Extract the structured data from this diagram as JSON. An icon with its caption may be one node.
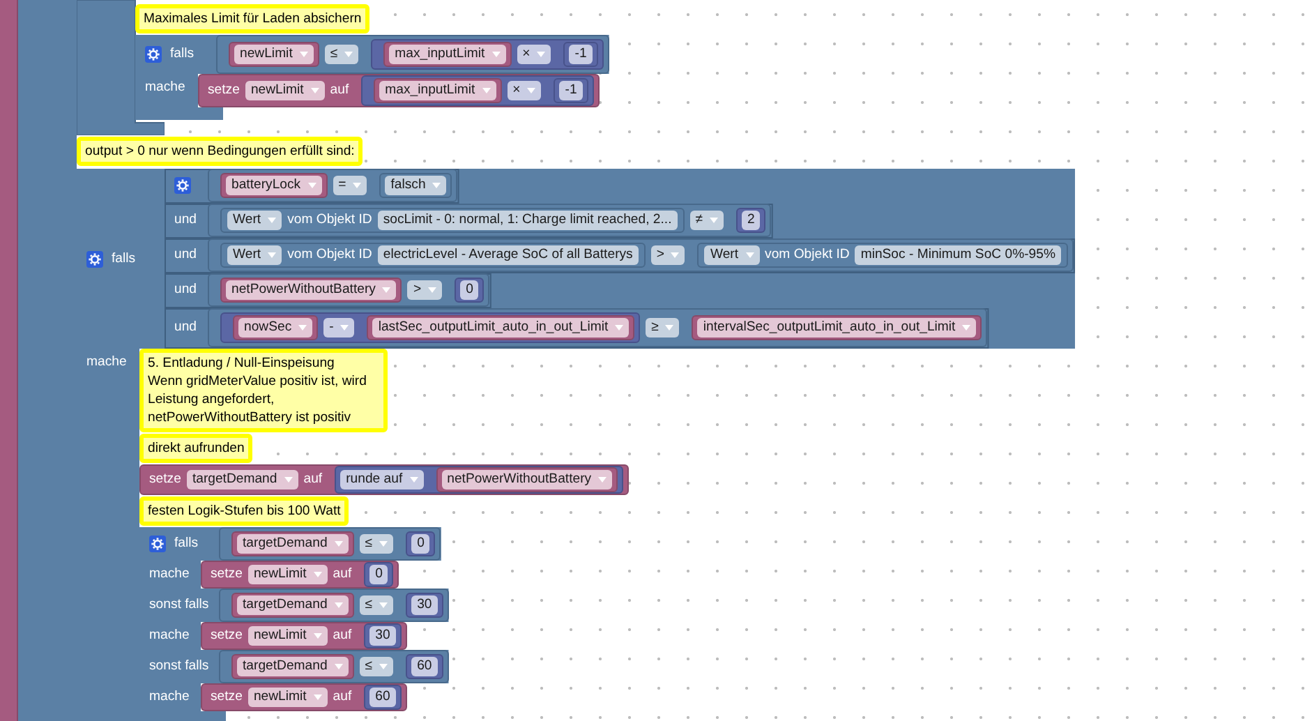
{
  "diagram": {
    "nodes": [
      {
        "text": [
          "Maximales Limit für Laden absichern"
        ]
      },
      {
        "text": [
          "falls",
          "mache"
        ]
      },
      {
        "text": [
          "≤"
        ],
        "in": 1
      },
      {
        "text": [
          "newLimit"
        ],
        "in": 2
      },
      {
        "text": [
          "×"
        ],
        "in": 2
      },
      {
        "text": [
          "max_inputLimit"
        ],
        "in": 4
      },
      {
        "text": [
          "-1"
        ],
        "in": 4
      },
      {
        "text": [
          "setze",
          "newLimit",
          "auf"
        ],
        "in": 1
      },
      {
        "text": [
          "×"
        ],
        "in": 7
      },
      {
        "text": [
          "max_inputLimit"
        ],
        "in": 8
      },
      {
        "text": [
          "-1"
        ],
        "in": 8
      },
      {
        "text": [
          "output > 0 nur wenn Bedingungen erfüllt sind:"
        ]
      },
      {
        "text": [
          "falls",
          "mache"
        ]
      },
      {
        "text": [
          "und",
          "und",
          "und",
          "und"
        ],
        "in": 12
      },
      {
        "text": [
          "="
        ],
        "in": 13
      },
      {
        "text": [
          "batteryLock"
        ],
        "in": 14
      },
      {
        "text": [
          "falsch"
        ],
        "in": 14
      },
      {
        "text": [
          "≠"
        ],
        "in": 13
      },
      {
        "text": [
          "Wert",
          "vom Objekt ID",
          "socLimit - 0: normal, 1: Charge limit reached, 2..."
        ],
        "in": 17
      },
      {
        "text": [
          "2"
        ],
        "in": 17
      },
      {
        "text": [
          ">"
        ],
        "in": 13
      },
      {
        "text": [
          "Wert",
          "vom Objekt ID",
          "electricLevel - Average SoC of all Batterys"
        ],
        "in": 20
      },
      {
        "text": [
          "Wert",
          "vom Objekt ID",
          "minSoc - Minimum SoC 0%-95%"
        ],
        "in": 20
      },
      {
        "text": [
          ">"
        ],
        "in": 13
      },
      {
        "text": [
          "netPowerWithoutBattery"
        ],
        "in": 23
      },
      {
        "text": [
          "0"
        ],
        "in": 23
      },
      {
        "text": [
          "≥"
        ],
        "in": 13
      },
      {
        "text": [
          "-"
        ],
        "in": 26
      },
      {
        "text": [
          "nowSec"
        ],
        "in": 27
      },
      {
        "text": [
          "lastSec_outputLimit_auto_in_out_Limit"
        ],
        "in": 27
      },
      {
        "text": [
          "intervalSec_outputLimit_auto_in_out_Limit"
        ],
        "in": 26
      },
      {
        "text": [
          "5. Entladung / Null-Einspeisung",
          "Wenn gridMeterValue positiv ist, wird Leistung angefordert, netPowerWithoutBattery ist positiv"
        ],
        "in": 12
      },
      {
        "text": [
          "direkt aufrunden"
        ],
        "in": 12
      },
      {
        "text": [
          "setze",
          "targetDemand",
          "auf"
        ],
        "in": 12
      },
      {
        "text": [
          "runde auf"
        ],
        "in": 33
      },
      {
        "text": [
          "netPowerWithoutBattery"
        ],
        "in": 34
      },
      {
        "text": [
          "festen Logik-Stufen bis 100 Watt"
        ],
        "in": 12
      },
      {
        "text": [
          "falls",
          "mache",
          "sonst falls",
          "mache",
          "sonst falls",
          "mache"
        ],
        "in": 12
      },
      {
        "text": [
          "≤"
        ],
        "in": 37
      },
      {
        "text": [
          "targetDemand"
        ],
        "in": 38
      },
      {
        "text": [
          "0"
        ],
        "in": 38
      },
      {
        "text": [
          "setze",
          "newLimit",
          "auf"
        ],
        "in": 37
      },
      {
        "text": [
          "0"
        ],
        "in": 41
      },
      {
        "text": [
          "≤"
        ],
        "in": 37
      },
      {
        "text": [
          "targetDemand"
        ],
        "in": 43
      },
      {
        "text": [
          "30"
        ],
        "in": 43
      },
      {
        "text": [
          "setze",
          "newLimit",
          "auf"
        ],
        "in": 37
      },
      {
        "text": [
          "30"
        ],
        "in": 46
      },
      {
        "text": [
          "≤"
        ],
        "in": 37
      },
      {
        "text": [
          "targetDemand"
        ],
        "in": 48
      },
      {
        "text": [
          "60"
        ],
        "in": 48
      },
      {
        "text": [
          "setze",
          "newLimit",
          "auf"
        ],
        "in": 37
      },
      {
        "text": [
          "60"
        ],
        "in": 51
      }
    ]
  }
}
